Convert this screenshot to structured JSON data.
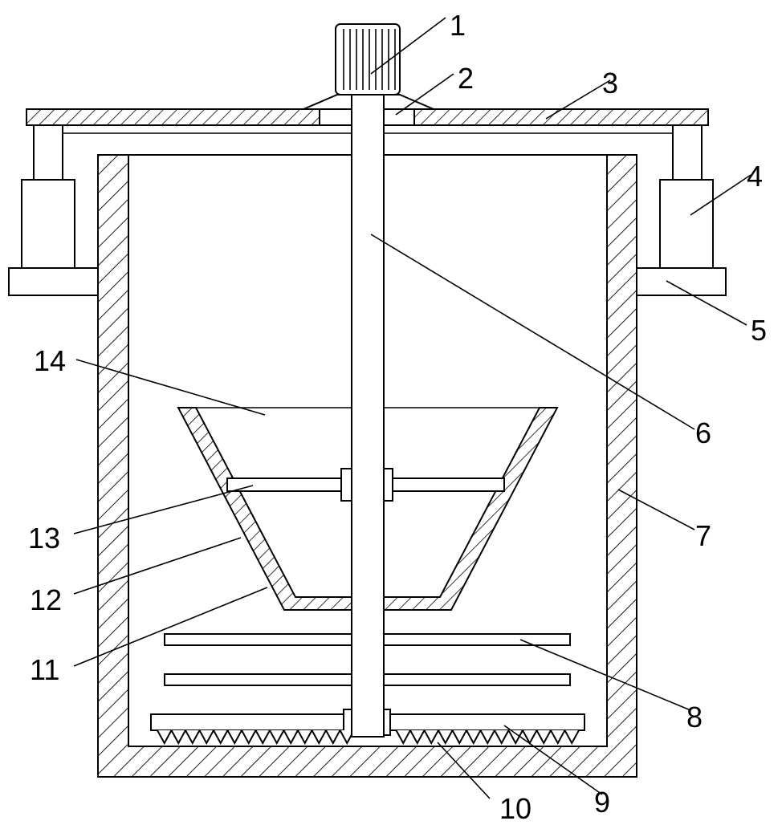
{
  "labels": {
    "l1": "1",
    "l2": "2",
    "l3": "3",
    "l4": "4",
    "l5": "5",
    "l6": "6",
    "l7": "7",
    "l8": "8",
    "l9": "9",
    "l10": "10",
    "l11": "11",
    "l12": "12",
    "l13": "13",
    "l14": "14"
  },
  "colors": {
    "line": "#000000",
    "fill": "#ffffff"
  }
}
